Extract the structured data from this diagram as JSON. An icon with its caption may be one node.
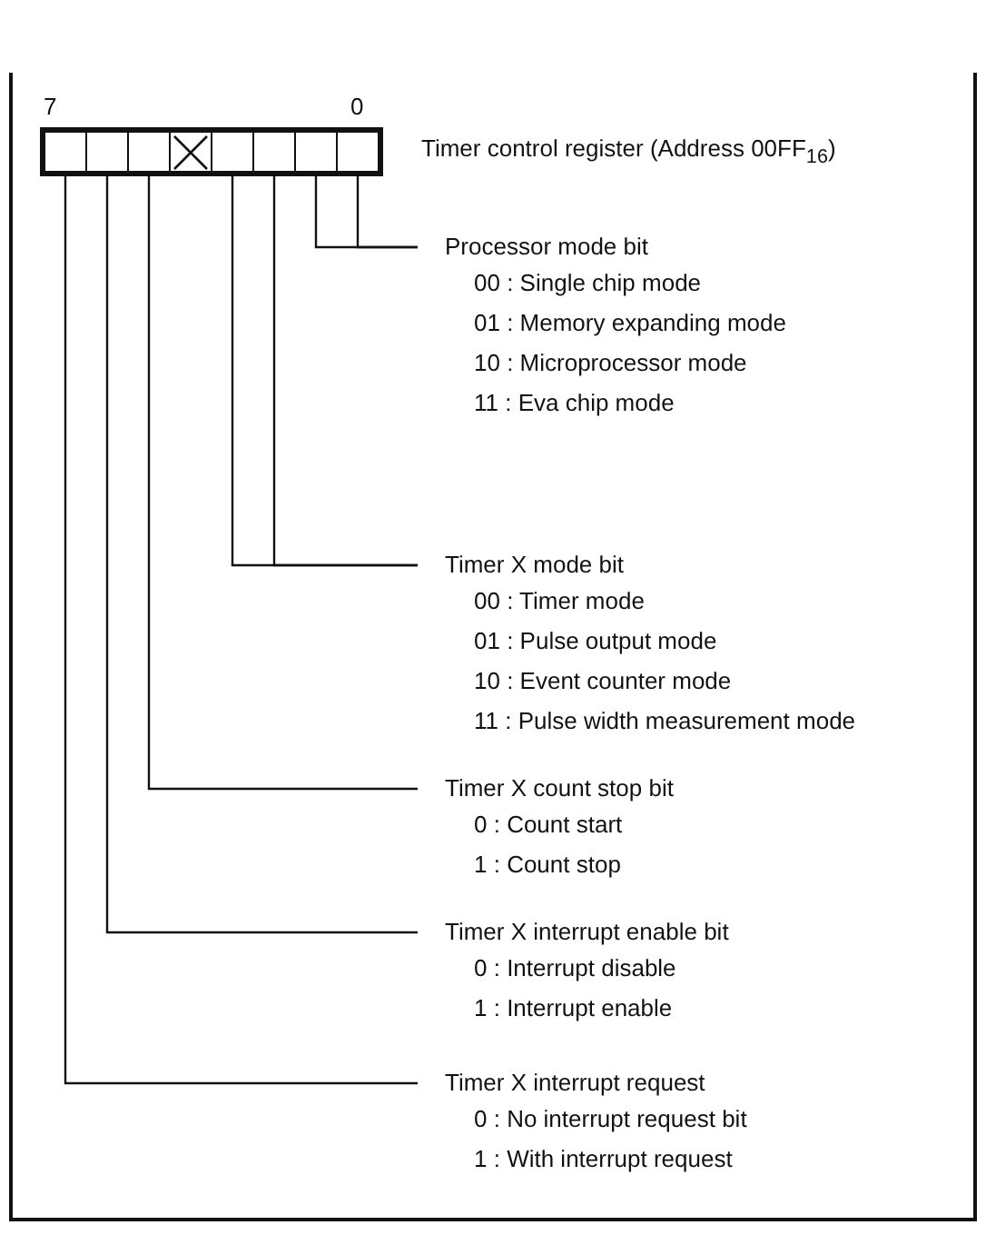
{
  "diagram": {
    "nodes": [
      {
        "text": [],
        "shape": "box",
        "beside": [
          "Timer control register (Address 00FF$_{16}$)"
        ]
      },
      {
        "text": [],
        "shape": "box",
        "in": 0
      },
      {
        "text": [],
        "shape": "box",
        "in": 0
      },
      {
        "text": [],
        "shape": "box",
        "in": 0
      },
      {
        "text": [],
        "shape": "cross",
        "in": 0
      },
      {
        "text": [],
        "shape": "box",
        "in": 0
      },
      {
        "text": [],
        "shape": "box",
        "in": 0
      },
      {
        "text": [],
        "shape": "box",
        "in": 0
      },
      {
        "text": [],
        "shape": "box",
        "in": 0
      },
      {
        "text": [
          "Processor mode bit",
          "00 : Single chip mode",
          "01 : Memory expanding mode",
          "10 : Microprocessor mode",
          "11 : Eva chip mode"
        ]
      },
      {
        "text": [
          "Timer X mode bit",
          "00 : Timer mode",
          "01 : Pulse output mode",
          "10 : Event counter mode",
          "11 : Pulse width measurement mode"
        ]
      },
      {
        "text": [
          "Timer X count stop bit",
          "0 : Count start",
          "1 : Count stop"
        ]
      },
      {
        "text": [
          "Timer X interrupt enable bit",
          "0 : Interrupt disable",
          "1 : Interrupt enable"
        ]
      },
      {
        "text": [
          "Timer X interrupt request",
          "0 : No interrupt request bit",
          "1 : With interrupt request"
        ]
      }
    ],
    "edges": [
      {
        "from": 7,
        "to": 9,
        "arrow": "none"
      },
      {
        "from": 8,
        "to": 9,
        "arrow": "none"
      },
      {
        "from": 5,
        "to": 10,
        "arrow": "none"
      },
      {
        "from": 6,
        "to": 10,
        "arrow": "none"
      },
      {
        "from": 3,
        "to": 11,
        "arrow": "none"
      },
      {
        "from": 2,
        "to": 12,
        "arrow": "none"
      },
      {
        "from": 1,
        "to": 13,
        "arrow": "none"
      }
    ],
    "labels": [
      "7",
      "0"
    ]
  }
}
